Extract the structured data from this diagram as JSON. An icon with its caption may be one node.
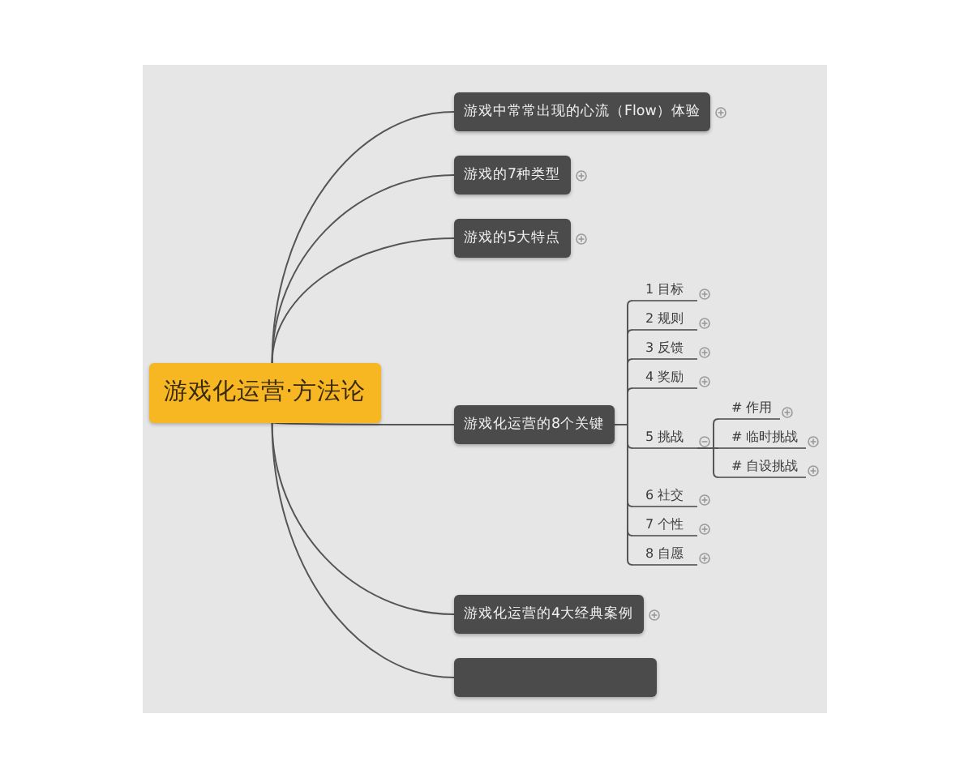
{
  "diagram": {
    "nodes": [
      {
        "text": [
          "游戏化运营·方法论"
        ]
      },
      {
        "text": [
          "游戏中常常出现的心流（Flow）体验"
        ]
      },
      {
        "text": [
          "游戏的7种类型"
        ]
      },
      {
        "text": [
          "游戏的5大特点"
        ]
      },
      {
        "text": [
          "游戏化运营的8个关键"
        ]
      },
      {
        "text": [
          "1 目标"
        ]
      },
      {
        "text": [
          "2 规则"
        ]
      },
      {
        "text": [
          "3 反馈"
        ]
      },
      {
        "text": [
          "4 奖励"
        ]
      },
      {
        "text": [
          "5 挑战"
        ]
      },
      {
        "text": [
          "# 作用"
        ]
      },
      {
        "text": [
          "# 临时挑战"
        ]
      },
      {
        "text": [
          "# 自设挑战"
        ]
      },
      {
        "text": [
          "6 社交"
        ]
      },
      {
        "text": [
          "7 个性"
        ]
      },
      {
        "text": [
          "8 自愿"
        ]
      },
      {
        "text": [
          "游戏化运营的4大经典案例"
        ]
      },
      {
        "text": [],
        "shape": "box"
      }
    ],
    "edges": [
      {
        "from": 0,
        "to": 1,
        "arrow": "none"
      },
      {
        "from": 0,
        "to": 2,
        "arrow": "none"
      },
      {
        "from": 0,
        "to": 3,
        "arrow": "none"
      },
      {
        "from": 0,
        "to": 4,
        "arrow": "none"
      },
      {
        "from": 4,
        "to": 5,
        "arrow": "none"
      },
      {
        "from": 4,
        "to": 6,
        "arrow": "none"
      },
      {
        "from": 4,
        "to": 7,
        "arrow": "none"
      },
      {
        "from": 4,
        "to": 8,
        "arrow": "none"
      },
      {
        "from": 4,
        "to": 9,
        "arrow": "none"
      },
      {
        "from": 9,
        "to": 10,
        "arrow": "none"
      },
      {
        "from": 9,
        "to": 11,
        "arrow": "none"
      },
      {
        "from": 9,
        "to": 12,
        "arrow": "none"
      },
      {
        "from": 4,
        "to": 13,
        "arrow": "none"
      },
      {
        "from": 4,
        "to": 14,
        "arrow": "none"
      },
      {
        "from": 4,
        "to": 15,
        "arrow": "none"
      },
      {
        "from": 0,
        "to": 16,
        "arrow": "none"
      },
      {
        "from": 0,
        "to": 17,
        "arrow": "none"
      }
    ]
  }
}
